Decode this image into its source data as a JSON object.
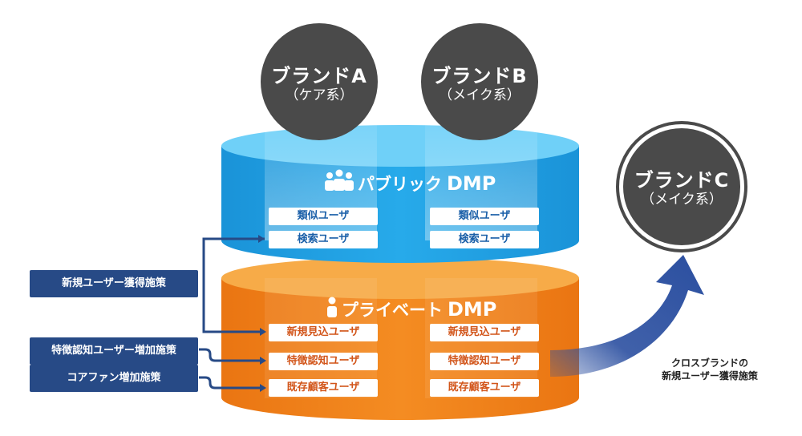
{
  "brands": [
    {
      "name": "ブランドA",
      "sub": "（ケア系）"
    },
    {
      "name": "ブランドB",
      "sub": "（メイク系）"
    },
    {
      "name": "ブランドC",
      "sub": "（メイク系）"
    }
  ],
  "public_dmp": {
    "title": "パブリック",
    "suffix": "DMP",
    "left": [
      "類似ユーザ",
      "検索ユーザ"
    ],
    "right": [
      "類似ユーザ",
      "検索ユーザ"
    ]
  },
  "private_dmp": {
    "title": "プライベート",
    "suffix": "DMP",
    "left": [
      "新規見込ユーザ",
      "特徴認知ユーザ",
      "既存顧客ユーザ"
    ],
    "right": [
      "新規見込ユーザ",
      "特徴認知ユーザ",
      "既存顧客ユーザ"
    ]
  },
  "measures": [
    "新規ユーザー獲得施策",
    "特徴認知ユーザー増加施策",
    "コアファン増加施策"
  ],
  "cross_label": [
    "クロスブランドの",
    "新規ユーザー獲得施策"
  ],
  "colors": {
    "public": "#1a9de0",
    "public_top": "#6fd0f8",
    "private": "#ee7d16",
    "private_top": "#f7ab48",
    "brand_circle": "#4a4a4a",
    "measure": "#274a86",
    "arrow": "#2b4fa0"
  }
}
